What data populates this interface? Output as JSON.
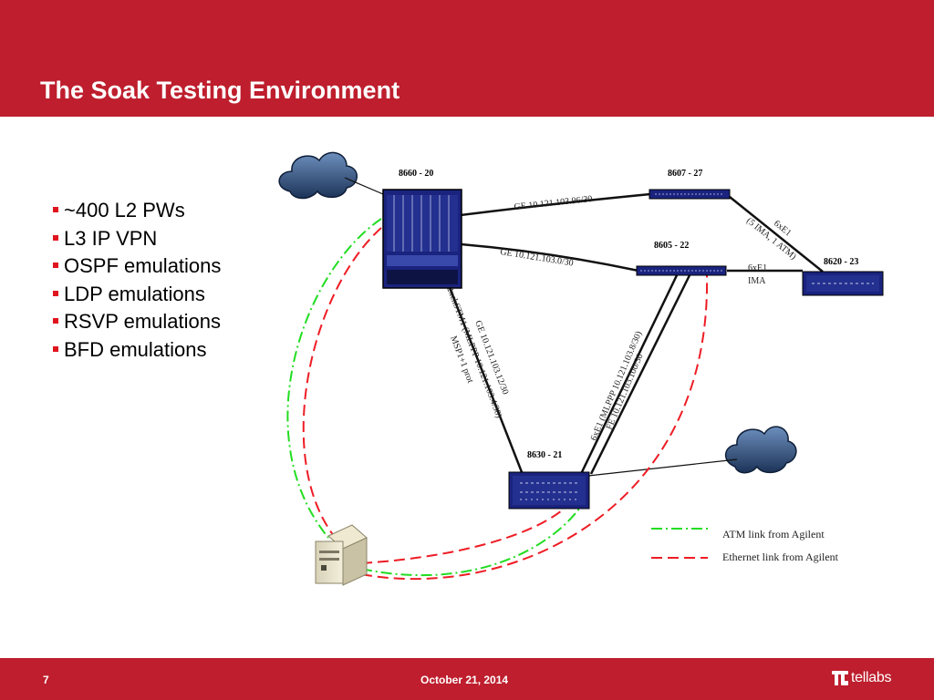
{
  "slide": {
    "title": "The Soak Testing Environment",
    "bullets": [
      "~400 L2 PWs",
      "L3 IP VPN",
      "OSPF emulations",
      "LDP emulations",
      "RSVP emulations",
      "BFD emulations"
    ],
    "page_number": "7",
    "date": "October 21, 2014",
    "logo_text": "tellabs"
  },
  "diagram": {
    "nodes": {
      "n8660": "8660 - 20",
      "n8607": "8607 - 27",
      "n8605": "8605 - 22",
      "n8620": "8620 - 23",
      "n8630": "8630 - 21"
    },
    "links": {
      "ge96": "GE 10.121.103.96/30",
      "ge0": "GE 10.121.103.0/30",
      "e1_8607_8620_a": "6xE1",
      "e1_8607_8620_b": "(5 IMA, 1 ATM)",
      "e1_8605_8620_a": "6xE1",
      "e1_8605_8620_b": "IMA",
      "ge12": "GE 10.121.103.12/30",
      "stm_a": "2xchSTM1 (MLPPP 10.121.103.4/30)",
      "stm_b": "MSP1+1 prot",
      "mlppp8": "6xE1 (MLPPP 10.121.103.8/30)",
      "fe100": "FE 10.121.103.100/30"
    },
    "legend": {
      "atm": "ATM link from Agilent",
      "eth": "Ethernet link from Agilent"
    },
    "colors": {
      "atm": "#22dd22",
      "ethernet": "#ee1c24",
      "header": "#be1e2d",
      "equipment": "#1a237e"
    }
  }
}
